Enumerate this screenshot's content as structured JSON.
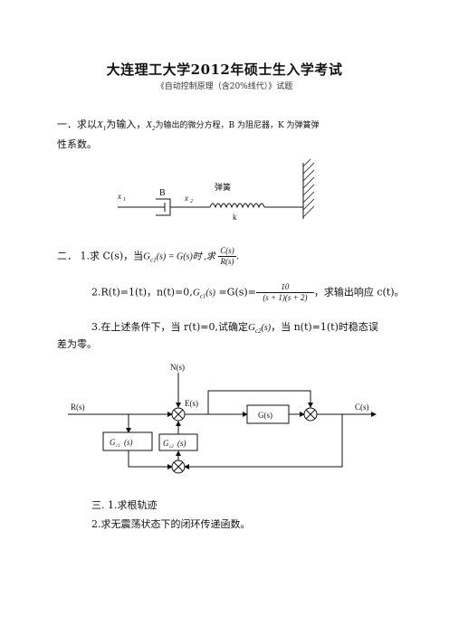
{
  "header": {
    "title": "大连理工大学2012年硕士生入学考试",
    "subtitle": "《自动控制原理（含20%线代）》试题"
  },
  "q1": {
    "prefix": "一．求以",
    "x1": "X",
    "x1_sub": "1",
    "mid1": "为输入，",
    "x2": "X",
    "x2_sub": "2",
    "mid2": "为输出的微分方程，B 为阻尼器，K 为弹簧弹",
    "line2": "性系数。",
    "diagram": {
      "label_x1": "x",
      "label_x1_sub": "1",
      "label_B": "B",
      "label_x2": "x",
      "label_x2_sub": "2",
      "label_spring": "弹簧",
      "label_k": "k"
    }
  },
  "q2": {
    "part1_prefix": "二．    1.求 C(s)，当",
    "part1_cond": "G",
    "part1_cond_sub": "c1",
    "part1_cond_rest": "(s) = G(s)时 ,求",
    "part1_frac_num": "C(s)",
    "part1_frac_den": "R(s)",
    "part1_end": ".",
    "part2_prefix": "2.R(t)=1(t)，n(t)=0,",
    "part2_g": "G",
    "part2_g_sub": "c1",
    "part2_g_rest": "(s)",
    "part2_eq": "=G(s)=",
    "part2_frac_num": "10",
    "part2_frac_den": "(s + 1)(s + 2)",
    "part2_end": "，求输出响应 c(t)。",
    "part3_prefix": "3.在上述条件下，当 r(t)=0,试确定",
    "part3_g": "G",
    "part3_g_sub": "c2",
    "part3_g_rest": "(s)",
    "part3_mid": "，当 n(t)=1(t)时稳态误",
    "part3_line2": "差为零。",
    "block": {
      "N": "N(s)",
      "E": "E(s)",
      "R": "R(s)",
      "G": "G(s)",
      "C": "C(s)",
      "Gc1": "G",
      "Gc1_sub": "c1",
      "Gc1_rest": "(s)",
      "Gc2": "G",
      "Gc2_sub": "c2",
      "Gc2_rest": "(s)"
    }
  },
  "q3": {
    "line1": "三. 1.求根轨迹",
    "line2": "2.求无震荡状态下的闭环传递函数。"
  }
}
